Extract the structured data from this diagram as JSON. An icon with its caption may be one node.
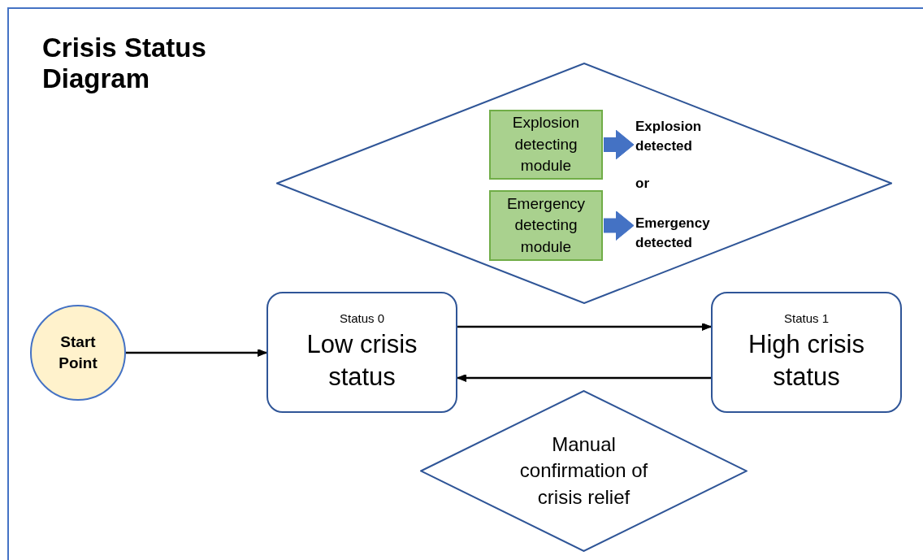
{
  "diagram": {
    "title": "Crisis Status Diagram",
    "nodes": [
      {
        "text": [
          "Start Point"
        ]
      },
      {
        "text": [
          "Status 0",
          "Low crisis status"
        ]
      },
      {
        "text": [
          "Status 1",
          "High crisis status"
        ]
      },
      {
        "text": [],
        "shape": "diamond"
      },
      {
        "text": [
          "Explosion detecting module"
        ],
        "in": 3
      },
      {
        "text": [
          "Explosion detected"
        ],
        "in": 3
      },
      {
        "text": [
          "Emergency detecting module"
        ],
        "in": 3
      },
      {
        "text": [
          "Emergency detected"
        ],
        "in": 3
      },
      {
        "text": [
          "Manual confirmation of crisis relief"
        ]
      }
    ],
    "edges": [
      {
        "from": 0,
        "to": 1,
        "arrow": "to"
      },
      {
        "from": 1,
        "to": 2,
        "arrow": "to"
      },
      {
        "from": 2,
        "to": 1,
        "arrow": "to"
      },
      {
        "from": 4,
        "to": 5,
        "arrow": "to",
        "style": "thick",
        "color": "#4472c4"
      },
      {
        "from": 6,
        "to": 7,
        "arrow": "to",
        "style": "thick",
        "color": "#4472c4"
      }
    ],
    "labels": [
      "or"
    ]
  }
}
